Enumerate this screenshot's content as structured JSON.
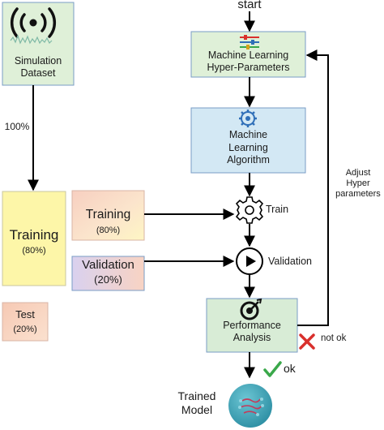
{
  "nodes": {
    "start": "start",
    "simulation_dataset": [
      "Simulation",
      "Dataset"
    ],
    "split_percent": "100%",
    "training_main": {
      "title": "Training",
      "percent": "(80%)"
    },
    "test": {
      "title": "Test",
      "percent": "(20%)"
    },
    "training_sub": {
      "title": "Training",
      "percent": "(80%)"
    },
    "validation_sub": {
      "title": "Validation",
      "percent": "(20%)"
    },
    "hyper_params": [
      "Machine Learning",
      "Hyper-Parameters"
    ],
    "ml_algorithm": [
      "Machine",
      "Learning",
      "Algorithm"
    ],
    "train_label": "Train",
    "validation_label": "Validation",
    "performance": [
      "Performance",
      "Analysis"
    ],
    "adjust": [
      "Adjust",
      "Hyper",
      "parameters"
    ],
    "not_ok": "not ok",
    "ok": "ok",
    "trained_model": [
      "Trained",
      "Model"
    ]
  },
  "icons": {
    "dataset": "wireless-signal-icon",
    "hyper_params": "slider-controls-icon",
    "ml_algorithm": "brain-gear-icon",
    "train": "gear-icon",
    "validation": "play-button-icon",
    "performance": "target-icon",
    "not_ok": "red-x-icon",
    "ok": "green-check-icon",
    "trained_model": "neural-model-icon"
  },
  "colors": {
    "green_box": "#dff0d8",
    "blue_box": "#d3e8f4",
    "yellow_box": "#fdf6a8",
    "salmon_box": "#f9d6c4",
    "check": "#3aa84a",
    "cross": "#d9302c",
    "model_circle": "#3fa3b5"
  }
}
